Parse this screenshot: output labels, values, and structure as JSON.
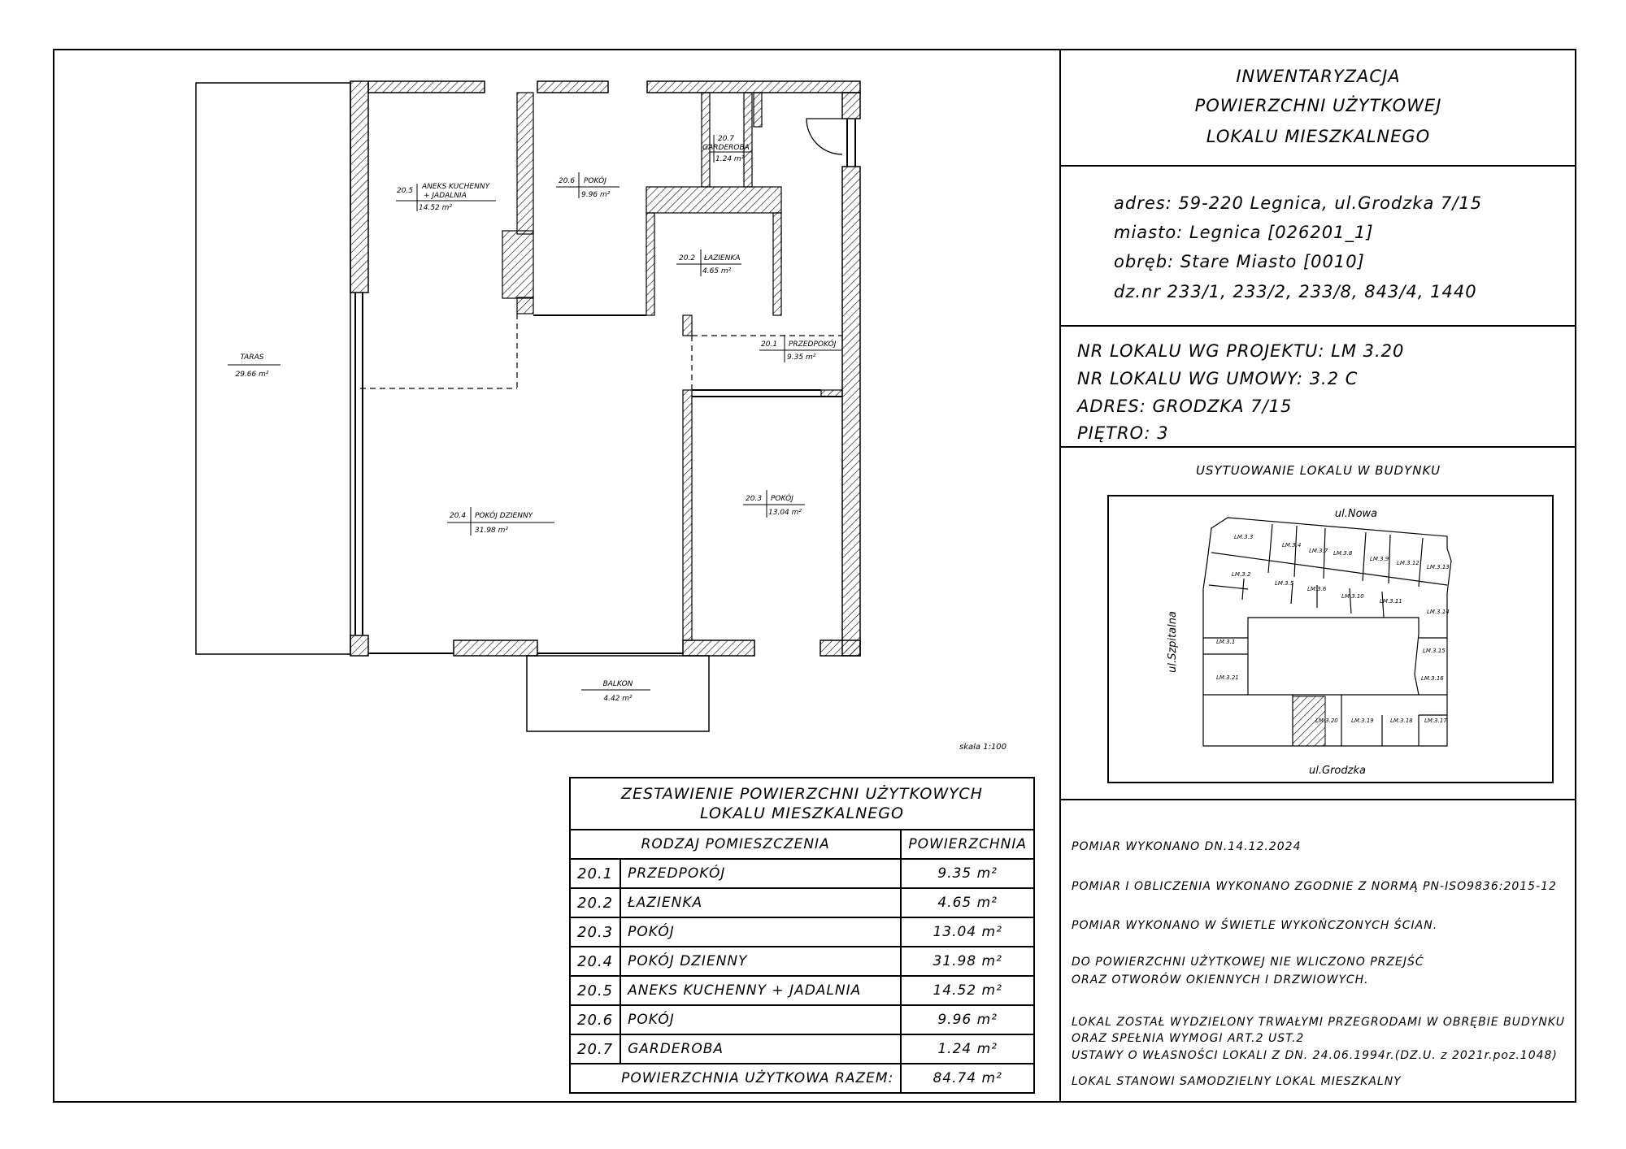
{
  "title_block": {
    "line1": "INWENTARYZACJA",
    "line2": "POWIERZCHNI UŻYTKOWEJ",
    "line3": "LOKALU MIESZKALNEGO"
  },
  "address_block": {
    "adres": "adres: 59-220 Legnica, ul.Grodzka 7/15",
    "miasto": "miasto: Legnica [026201_1]",
    "obreb": "obręb: Stare Miasto [0010]",
    "dz": "dz.nr 233/1, 233/2, 233/8, 843/4, 1440"
  },
  "unit_block": {
    "nr_projekt": "NR LOKALU WG PROJEKTU: LM 3.20",
    "nr_umowa": "NR LOKALU WG UMOWY: 3.2 C",
    "adres": "ADRES: GRODZKA 7/15",
    "pietro": "PIĘTRO: 3"
  },
  "location_map": {
    "title": "USYTUOWANIE LOKALU W BUDYNKU",
    "street_top": "ul.Nowa",
    "street_left": "ul.Szpitalna",
    "street_bottom": "ul.Grodzka",
    "units": [
      "LM.3.3",
      "LM.3.4",
      "LM.3.7",
      "LM.3.8",
      "LM.3.9",
      "LM.3.12",
      "LM.3.13",
      "LM.3.2",
      "LM.3.5",
      "LM.3.6",
      "LM.3.10",
      "LM.3.11",
      "LM.3.14",
      "LM.3.1",
      "LM.3.15",
      "LM.3.21",
      "LM.3.16",
      "LM.3.20",
      "LM.3.19",
      "LM.3.18",
      "LM.3.17"
    ]
  },
  "notes": {
    "n1": "POMIAR WYKONANO DN.14.12.2024",
    "n2": "POMIAR I OBLICZENIA WYKONANO ZGODNIE Z NORMĄ PN-ISO9836:2015-12",
    "n3": "POMIAR WYKONANO W ŚWIETLE WYKOŃCZONYCH ŚCIAN.",
    "n4a": "DO POWIERZCHNI UŻYTKOWEJ NIE WLICZONO PRZEJŚĆ",
    "n4b": "ORAZ OTWORÓW OKIENNYCH I DRZWIOWYCH.",
    "n5a": "LOKAL ZOSTAŁ WYDZIELONY TRWAŁYMI PRZEGRODAMI W OBRĘBIE BUDYNKU",
    "n5b": "ORAZ SPEŁNIA WYMOGI ART.2 UST.2",
    "n5c": "USTAWY O WŁASNOŚCI LOKALI Z DN. 24.06.1994r.(DZ.U. z 2021r.poz.1048)",
    "n6": "LOKAL STANOWI SAMODZIELNY LOKAL MIESZKALNY"
  },
  "plan": {
    "scale": "skala 1:100",
    "taras": {
      "name": "TARAS",
      "area": "29.66 m²"
    },
    "balkon": {
      "name": "BALKON",
      "area": "4.42 m²"
    },
    "rooms": {
      "r1": {
        "num": "20.1",
        "name": "PRZEDPOKÓJ",
        "area": "9.35 m²"
      },
      "r2": {
        "num": "20.2",
        "name": "ŁAZIENKA",
        "area": "4.65 m²"
      },
      "r3": {
        "num": "20.3",
        "name": "POKÓJ",
        "area": "13.04 m²"
      },
      "r4": {
        "num": "20.4",
        "name": "POKÓJ DZIENNY",
        "area": "31.98 m²"
      },
      "r5": {
        "num": "20.5",
        "name": "ANEKS KUCHENNY",
        "name2": "+ JADALNIA",
        "area": "14.52 m²"
      },
      "r6": {
        "num": "20.6",
        "name": "POKÓJ",
        "area": "9.96 m²"
      },
      "r7": {
        "num": "20.7",
        "name": "GARDEROBA",
        "area": "1.24 m²"
      }
    }
  },
  "summary": {
    "title1": "ZESTAWIENIE POWIERZCHNI UŻYTKOWYCH",
    "title2": "LOKALU MIESZKALNEGO",
    "col1": "RODZAJ POMIESZCZENIA",
    "col2": "POWIERZCHNIA",
    "rows": [
      {
        "num": "20.1",
        "name": "PRZEDPOKÓJ",
        "area": "9.35 m²"
      },
      {
        "num": "20.2",
        "name": "ŁAZIENKA",
        "area": "4.65 m²"
      },
      {
        "num": "20.3",
        "name": "POKÓJ",
        "area": "13.04 m²"
      },
      {
        "num": "20.4",
        "name": "POKÓJ DZIENNY",
        "area": "31.98 m²"
      },
      {
        "num": "20.5",
        "name": "ANEKS KUCHENNY + JADALNIA",
        "area": "14.52 m²"
      },
      {
        "num": "20.6",
        "name": "POKÓJ",
        "area": "9.96 m²"
      },
      {
        "num": "20.7",
        "name": "GARDEROBA",
        "area": "1.24 m²"
      }
    ],
    "total_label": "POWIERZCHNIA UŻYTKOWA RAZEM:",
    "total_value": "84.74 m²"
  }
}
